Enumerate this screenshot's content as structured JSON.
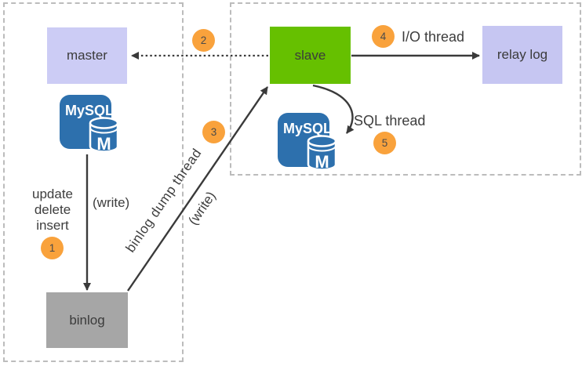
{
  "nodes": {
    "master": "master",
    "slave": "slave",
    "relay_log": "relay log",
    "binlog": "binlog"
  },
  "mysql_logo": {
    "brand": "MySQL",
    "letter": "M"
  },
  "labels": {
    "operations_line1": "update",
    "operations_line2": "delete",
    "operations_line3": "insert",
    "write_master_to_binlog": "(write)",
    "binlog_dump_thread": "binlog dump thread",
    "write_binlog_to_slave": "(write)",
    "io_thread": "I/O thread",
    "sql_thread": "SQL thread"
  },
  "steps": [
    {
      "number": "1"
    },
    {
      "number": "2"
    },
    {
      "number": "3"
    },
    {
      "number": "4"
    },
    {
      "number": "5"
    }
  ],
  "colors": {
    "master_fill": "#ccccf5",
    "relay_log_fill": "#c6c6f2",
    "slave_fill": "#66c000",
    "binlog_fill": "#a6a6a6",
    "step_badge_fill": "#f9a23c",
    "mysql_logo_blue": "#2d70ad",
    "arrow_color": "#3a3a3a",
    "dashed_border": "#bcbcbc",
    "text_color": "#3d3d3d"
  }
}
